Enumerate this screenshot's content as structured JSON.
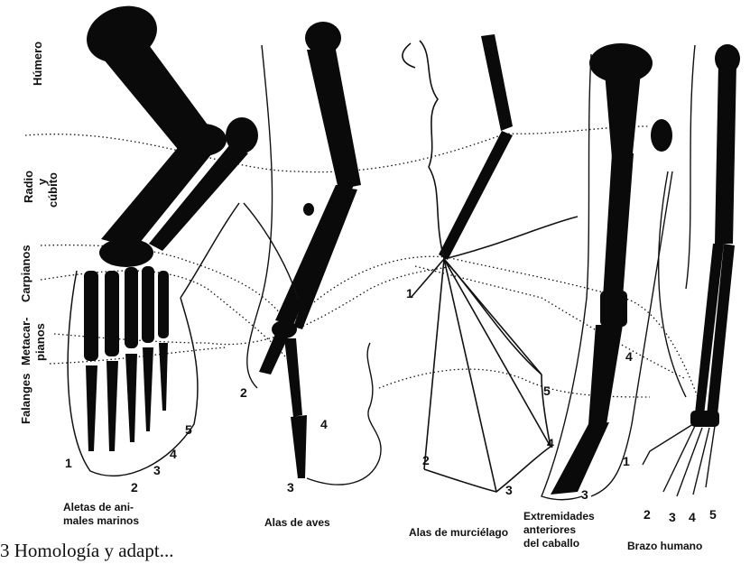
{
  "side_labels": {
    "humero": "Húmero",
    "radio": "Radio",
    "y": "y",
    "cubito": "cúbito",
    "carpianos": "Carpianos",
    "metacarpianos_1": "Metacar-",
    "metacarpianos_2": "pianos",
    "falanges": "Falanges"
  },
  "limbs": [
    {
      "caption_1": "Aletas de ani-",
      "caption_2": "males marinos",
      "digits": [
        "1",
        "2",
        "3",
        "4",
        "5"
      ]
    },
    {
      "caption_1": "Alas de aves",
      "digits": [
        "2",
        "3",
        "4"
      ]
    },
    {
      "caption_1": "Alas de murciélago",
      "digits": [
        "1",
        "2",
        "3",
        "4",
        "5"
      ]
    },
    {
      "caption_1": "Extremidades",
      "caption_2": "anteriores",
      "caption_3": "del caballo",
      "digits": [
        "3",
        "4"
      ]
    },
    {
      "caption_1": "Brazo humano",
      "digits": [
        "1",
        "2",
        "3",
        "4",
        "5"
      ]
    }
  ],
  "figure_title": "3 Homología y adapt..."
}
